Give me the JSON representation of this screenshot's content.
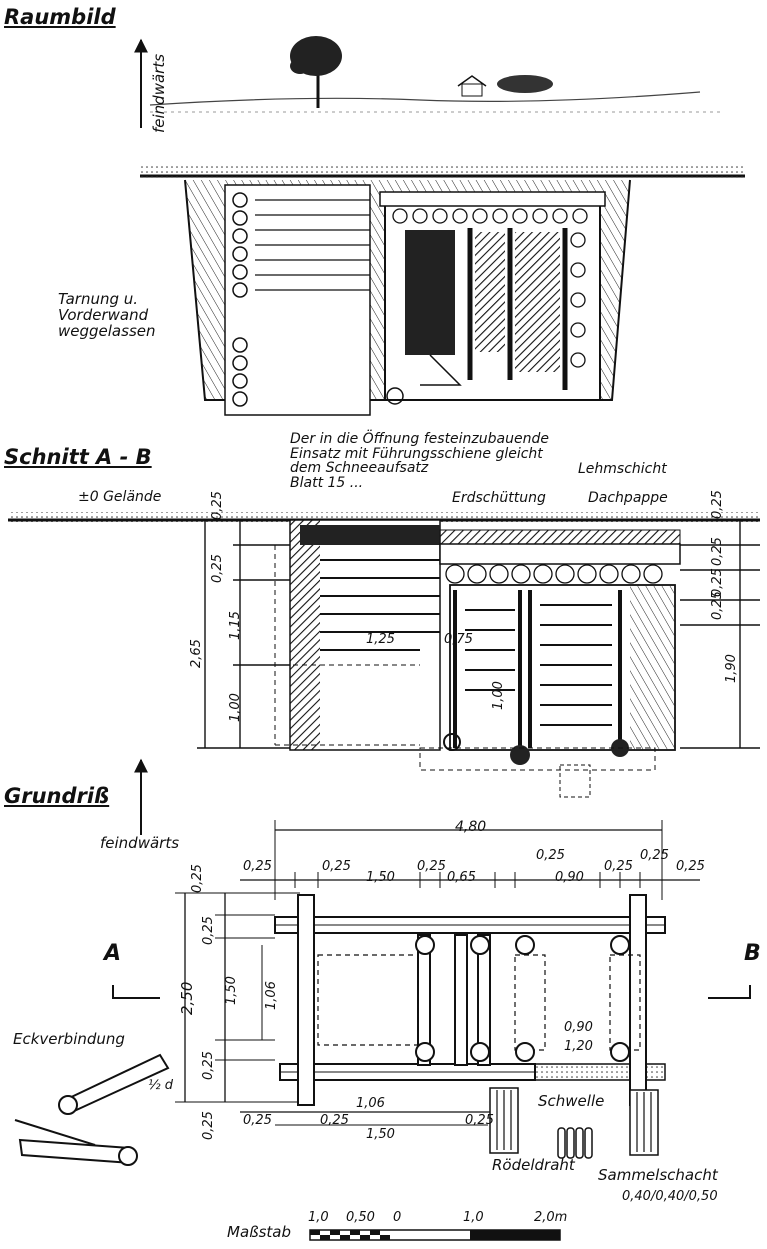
{
  "raumbild": {
    "heading": "Raumbild",
    "direction": "feindwärts",
    "note": "Tarnung u.\nVorderwand\nweggelassen"
  },
  "schnitt": {
    "heading": "Schnitt A - B",
    "note": "Der in die Öffnung festeinzubauende\nEinsatz mit Führungsschiene gleicht\ndem Schneeaufsatz\nBlatt 15 ...",
    "ground": "±0 Gelände",
    "erdschuettung": "Erdschüttung",
    "lehmschicht": "Lehmschicht",
    "dachpappe": "Dachpappe",
    "left_dims": {
      "a": "0,25",
      "b": "0,25",
      "c": "1,15",
      "d": "1,00",
      "total": "2,65"
    },
    "right_dims": {
      "a": "0,25",
      "b": "0,25",
      "c": "0,25",
      "d": "0,25",
      "total": "1,90"
    },
    "inner": {
      "a": "1,25",
      "b": "0,75",
      "c": "1,00"
    }
  },
  "grundriss": {
    "heading": "Grundriß",
    "direction": "feindwärts",
    "total_width": "4,80",
    "top_dims": [
      "0,25",
      "0,25",
      "1,50",
      "0,25",
      "0,65",
      "0,25",
      "0,90",
      "0,25",
      "0,25",
      "0,25"
    ],
    "left_dims": {
      "a": "0,25",
      "b": "0,25",
      "c": "1,50",
      "d": "0,25",
      "e": "0,25",
      "total": "2,50",
      "inner": "1,06"
    },
    "bottom_dims": {
      "a": "0,25",
      "b": "0,25",
      "c": "1,06",
      "d": "1,50",
      "e": "0,25"
    },
    "right_inner": {
      "a": "0,90",
      "b": "1,20"
    },
    "marker_a": "A",
    "marker_b": "B",
    "eckverbindung": "Eckverbindung",
    "half_d": "½ d",
    "schwelle": "Schwelle",
    "roedeldraht": "Rödeldraht",
    "sammelschacht": "Sammelschacht",
    "sammelschacht_dims": "0,40/0,40/0,50"
  },
  "scale": {
    "label": "Maßstab",
    "ticks": [
      "1,0",
      "0,50",
      "0",
      "1,0",
      "2,0m"
    ]
  }
}
